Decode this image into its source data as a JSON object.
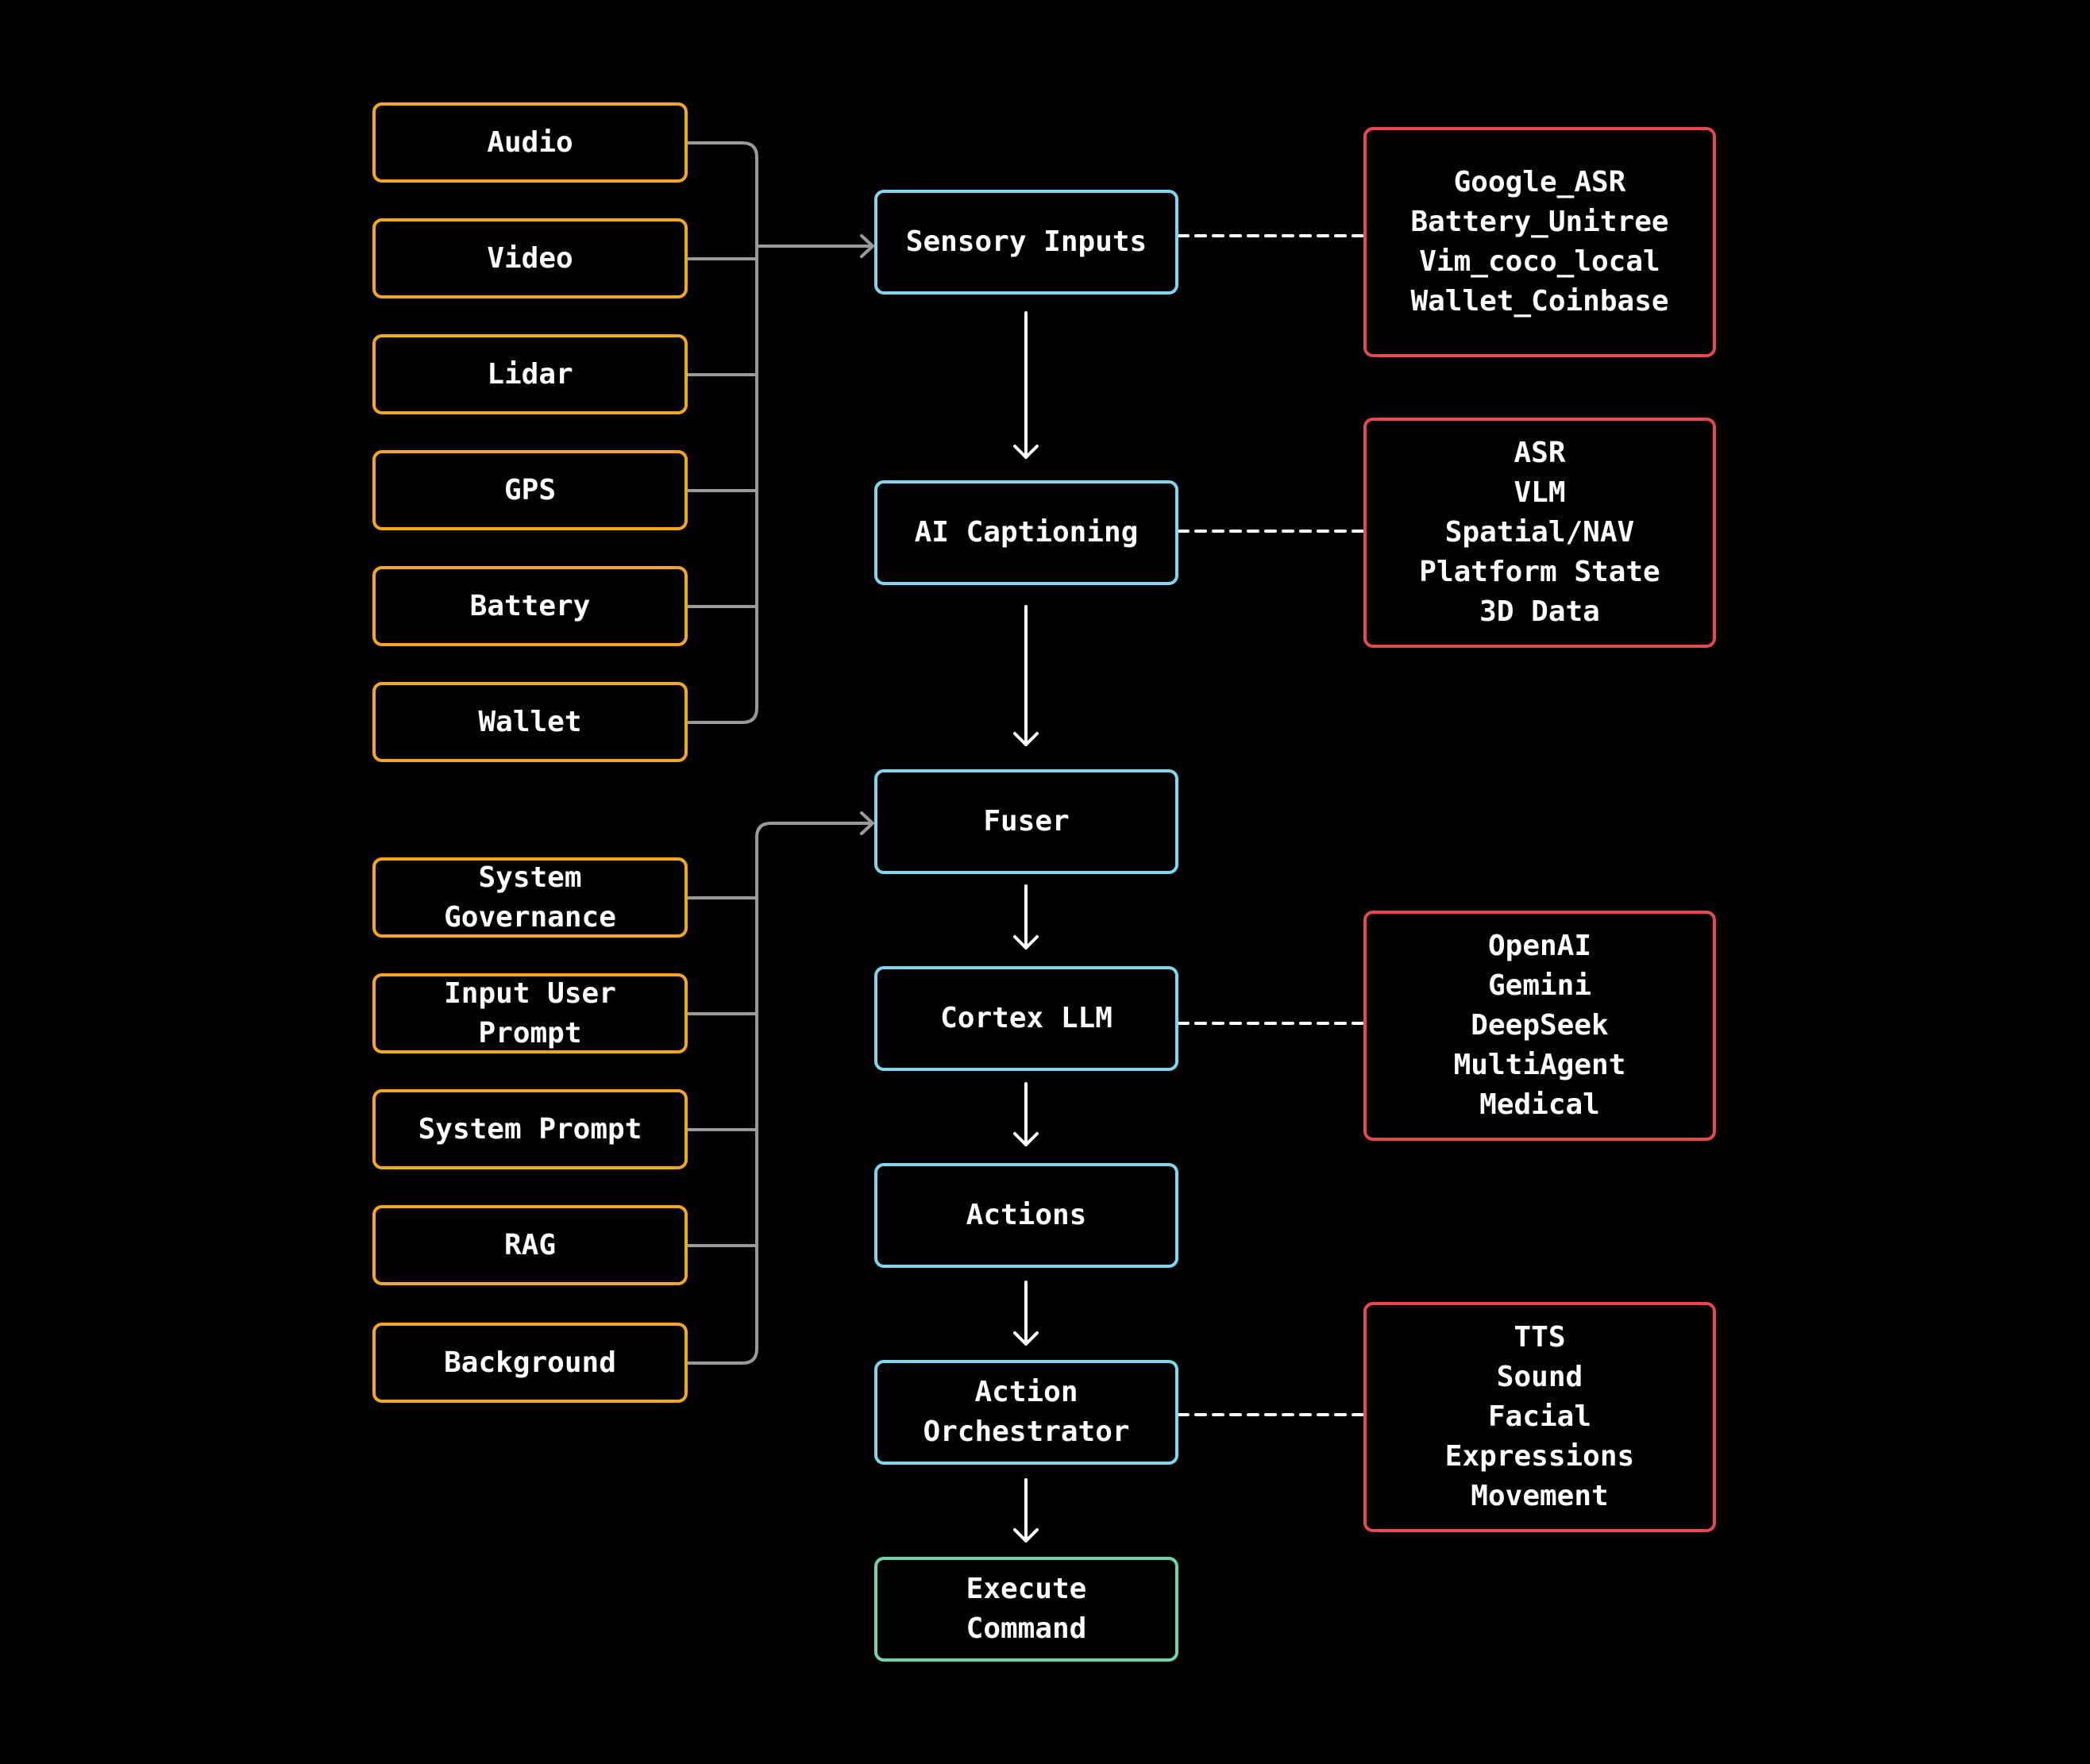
{
  "colors": {
    "background": "#000000",
    "input_border": "#f5a623",
    "pipeline_border": "#7fd6f0",
    "final_border": "#6fd6a8",
    "detail_border": "#e5484d",
    "connector": "#9a9a9a",
    "arrow": "#ffffff"
  },
  "sensor_inputs": [
    "Audio",
    "Video",
    "Lidar",
    "GPS",
    "Battery",
    "Wallet"
  ],
  "context_inputs": [
    "System\nGovernance",
    "Input User\nPrompt",
    "System Prompt",
    "RAG",
    "Background"
  ],
  "pipeline": {
    "sensory_inputs": "Sensory Inputs",
    "ai_captioning": "AI Captioning",
    "fuser": "Fuser",
    "cortex_llm": "Cortex LLM",
    "actions": "Actions",
    "action_orchestrator": "Action\nOrchestrator",
    "execute_command": "Execute\nCommand"
  },
  "details": {
    "sensory_inputs": "Google_ASR\nBattery_Unitree\nVim_coco_local\nWallet_Coinbase",
    "ai_captioning": "ASR\nVLM\nSpatial/NAV\nPlatform State\n3D Data",
    "cortex_llm": "OpenAI\nGemini\nDeepSeek\nMultiAgent\nMedical",
    "action_orchestrator": "TTS\nSound\nFacial\nExpressions\nMovement"
  }
}
